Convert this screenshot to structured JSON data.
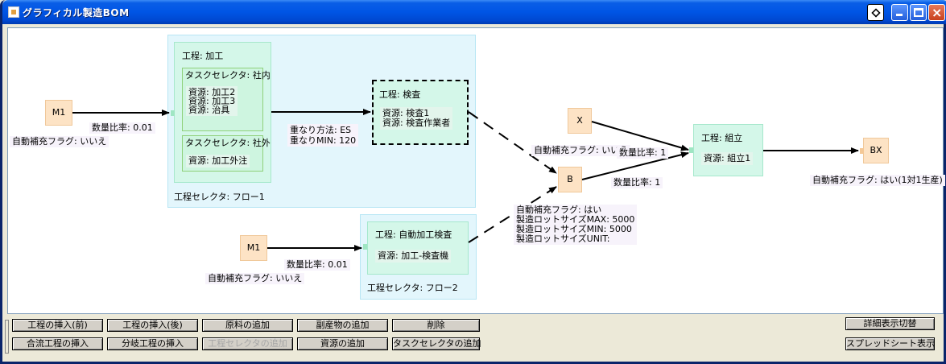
{
  "window": {
    "title": "グラフィカル製造BOM"
  },
  "canvas": {
    "lanes": [
      {
        "id": "flow1",
        "label": "工程セレクタ: フロー1"
      },
      {
        "id": "flow2",
        "label": "工程セレクタ: フロー2"
      }
    ],
    "processes": {
      "kakou": {
        "title": "工程: 加工"
      },
      "kensa": {
        "title": "工程: 検査",
        "resources": [
          "資源: 検査1",
          "資源: 検査作業者"
        ]
      },
      "jidou": {
        "title": "工程: 自動加工検査",
        "resources": [
          "資源: 加工-検査機"
        ]
      },
      "kumitate": {
        "title": "工程: 組立",
        "resources": [
          "資源: 組立1"
        ]
      }
    },
    "task_selectors": {
      "internal": {
        "title": "タスクセレクタ: 社内",
        "resources": [
          "資源: 加工2",
          "資源: 加工3",
          "資源: 治具"
        ]
      },
      "external": {
        "title": "タスクセレクタ: 社外",
        "resources": [
          "資源: 加工外注"
        ]
      }
    },
    "nodes": {
      "m1_top": "M1",
      "m1_bottom": "M1",
      "x": "X",
      "b": "B",
      "bx": "BX"
    },
    "notes": {
      "m1_top_ratio": "数量比率: 0.01",
      "m1_top_flag": "自動補充フラグ: いいえ",
      "overlap_method": "重なり方法: ES",
      "overlap_min": "重なりMIN: 120",
      "m1_bottom_ratio": "数量比率: 0.01",
      "m1_bottom_flag": "自動補充フラグ: いいえ",
      "x_flag": "自動補充フラグ: いいえ",
      "x_ratio": "数量比率: 1",
      "b_ratio": "数量比率: 1",
      "b_details": [
        "自動補充フラグ: はい",
        "製造ロットサイズMAX: 5000",
        "製造ロットサイズMIN: 5000",
        "製造ロットサイズUNIT:"
      ],
      "bx_flag": "自動補充フラグ: はい(1対1生産)"
    }
  },
  "toolbar": {
    "row1": [
      "工程の挿入(前)",
      "工程の挿入(後)",
      "原料の追加",
      "副産物の追加",
      "削除"
    ],
    "row2": [
      "合流工程の挿入",
      "分岐工程の挿入",
      "工程セレクタの追加",
      "資源の追加",
      "タスクセレクタの追加"
    ],
    "row2_disabled_index": 2,
    "right": [
      "詳細表示切替",
      "スプレッドシート表示"
    ]
  }
}
